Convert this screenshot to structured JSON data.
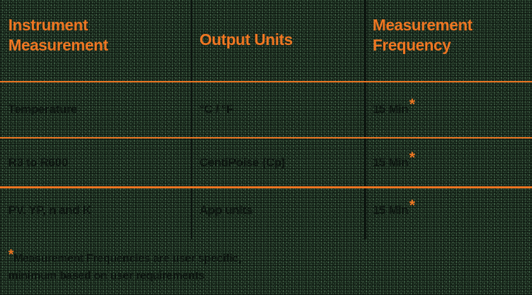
{
  "colors": {
    "background_green": "#3f5f45",
    "background_dark": "#0d1510",
    "accent_orange": "#ef7622",
    "body_text": "#0d1510"
  },
  "table": {
    "headers": [
      {
        "line1": "Instrument",
        "line2": "Measurement"
      },
      {
        "line1": "Output Units",
        "line2": ""
      },
      {
        "line1": "Measurement",
        "line2": "Frequency"
      }
    ],
    "rows": [
      {
        "measurement": "Temperature",
        "units": "°C / °F",
        "frequency": "15 Min",
        "frequency_marker": "*"
      },
      {
        "measurement": "R3 to R600",
        "units": "CentiPoise (Cp)",
        "frequency": "15 Min",
        "frequency_marker": "*"
      },
      {
        "measurement": "PV, YP, n and K",
        "units": "App units",
        "frequency": "15 Min",
        "frequency_marker": "*"
      }
    ]
  },
  "footnote": {
    "marker": "*",
    "line1": "Measurement Frequencies are user specific,",
    "line2": "minimum based on user requirements"
  }
}
